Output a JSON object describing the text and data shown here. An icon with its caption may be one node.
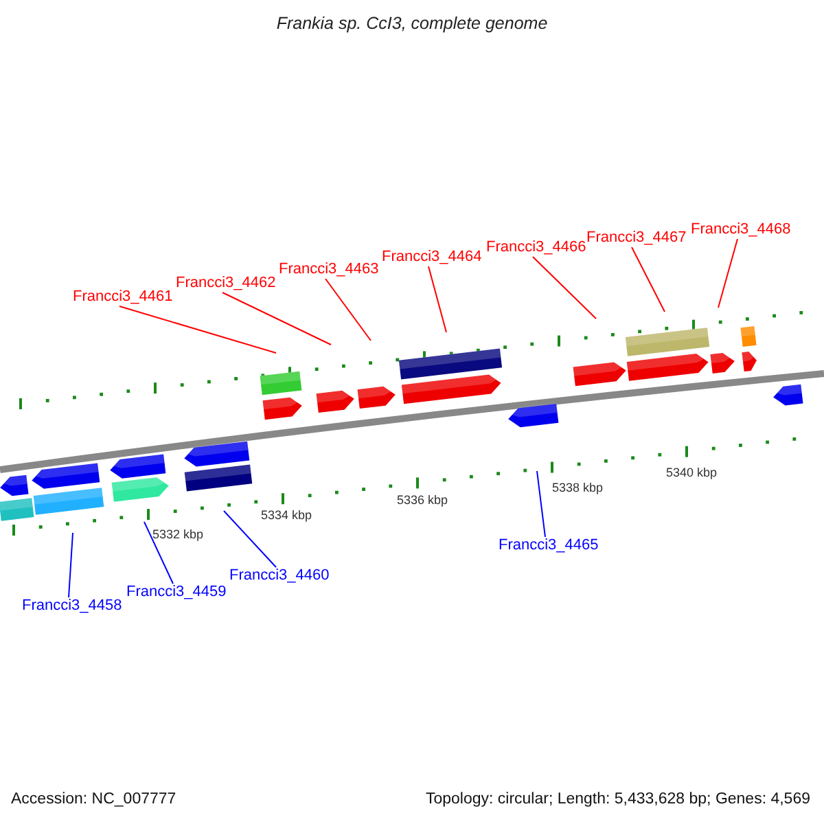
{
  "diagram": {
    "title": "Frankia sp. CcI3, complete genome",
    "nodes": [
      {
        "text": [
          "Francci3_4461"
        ]
      },
      {
        "text": [
          "Francci3_4462"
        ]
      },
      {
        "text": [
          "Francci3_4463"
        ]
      },
      {
        "text": [
          "Francci3_4464"
        ]
      },
      {
        "text": [
          "Francci3_4466"
        ]
      },
      {
        "text": [
          "Francci3_4467"
        ]
      },
      {
        "text": [
          "Francci3_4468"
        ]
      },
      {
        "text": [
          "Francci3_4458"
        ]
      },
      {
        "text": [
          "Francci3_4459"
        ]
      },
      {
        "text": [
          "Francci3_4460"
        ]
      },
      {
        "text": [
          "Francci3_4465"
        ]
      }
    ],
    "edges": [
      {
        "from": 0,
        "to": null,
        "arrow": "none"
      },
      {
        "from": 1,
        "to": null,
        "arrow": "none"
      },
      {
        "from": 2,
        "to": null,
        "arrow": "none"
      },
      {
        "from": 3,
        "to": null,
        "arrow": "none"
      },
      {
        "from": 4,
        "to": null,
        "arrow": "none"
      },
      {
        "from": 5,
        "to": null,
        "arrow": "none"
      },
      {
        "from": 6,
        "to": null,
        "arrow": "none"
      },
      {
        "from": 7,
        "to": null,
        "arrow": "none",
        "color": "#0000ff"
      },
      {
        "from": 8,
        "to": null,
        "arrow": "none",
        "color": "#0000ff"
      },
      {
        "from": 9,
        "to": null,
        "arrow": "none",
        "color": "#0000ff"
      },
      {
        "from": 10,
        "to": null,
        "arrow": "none",
        "color": "#0000ff"
      }
    ],
    "labels": [
      "5332 kbp",
      "5334 kbp",
      "5336 kbp",
      "5338 kbp",
      "5340 kbp",
      "Accession: NC_007777",
      "Topology: circular; Length: 5,433,628 bp; Genes: 4,569"
    ]
  }
}
